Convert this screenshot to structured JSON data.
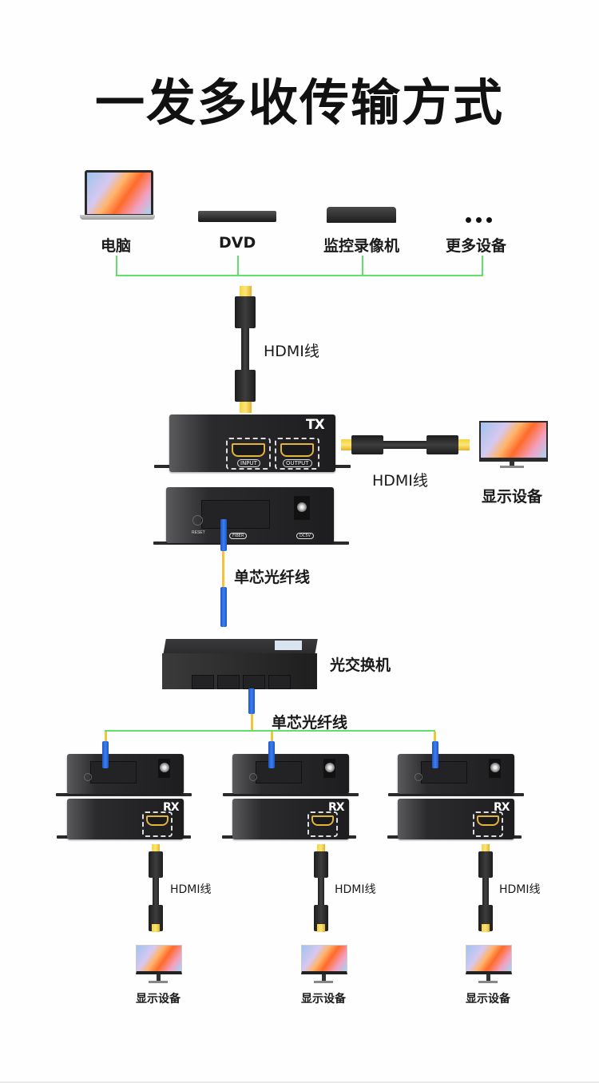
{
  "title": "一发多收传输方式",
  "sources": {
    "items": [
      {
        "label": "电脑",
        "icon": "laptop-icon"
      },
      {
        "label": "DVD",
        "icon": "dvd-player-icon"
      },
      {
        "label": "监控录像机",
        "icon": "nvr-recorder-icon"
      },
      {
        "label": "更多设备",
        "icon": "more-dots-icon"
      }
    ]
  },
  "transmitter": {
    "badge": "TX",
    "input_port": "INPUT",
    "output_port": "OUTPUT",
    "reset_label": "RESET",
    "fiber_port": "FIBER",
    "power_port": "DC5V"
  },
  "cables": {
    "hdmi_label": "HDMI线",
    "fiber_label": "单芯光纤线"
  },
  "local_display": {
    "label": "显示设备"
  },
  "switch": {
    "label": "光交换机"
  },
  "receivers": [
    {
      "badge": "RX",
      "hdmi_label": "HDMI线",
      "display_label": "显示设备"
    },
    {
      "badge": "RX",
      "hdmi_label": "HDMI线",
      "display_label": "显示设备"
    },
    {
      "badge": "RX",
      "hdmi_label": "HDMI线",
      "display_label": "显示设备"
    }
  ],
  "colors": {
    "connector_line": "#5fe06a",
    "fiber_cable": "#f2c43a",
    "fiber_connector": "#2f6fe0",
    "hdmi_gold": "#e3b33a",
    "device_body": "#1d1d1f"
  }
}
